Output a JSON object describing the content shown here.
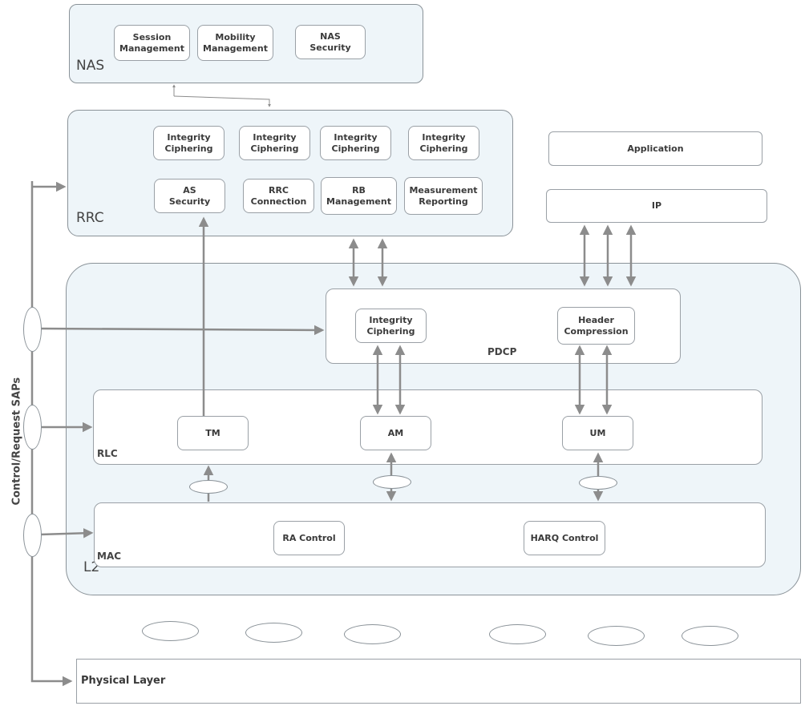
{
  "nas": {
    "label": "NAS",
    "boxes": [
      "Session\nManagement",
      "Mobility\nManagement",
      "NAS\nSecurity"
    ]
  },
  "rrc": {
    "label": "RRC",
    "row1": [
      "Integrity\nCiphering",
      "Integrity\nCiphering",
      "Integrity\nCiphering",
      "Integrity\nCiphering"
    ],
    "row2": [
      "AS\nSecurity",
      "RRC\nConnection",
      "RB\nManagement",
      "Measurement\nReporting"
    ]
  },
  "app": {
    "application": "Application",
    "ip": "IP"
  },
  "l2": {
    "label": "L2",
    "pdcp": {
      "label": "PDCP",
      "integrity": "Integrity\nCiphering",
      "header": "Header\nCompression"
    },
    "rlc": {
      "label": "RLC",
      "tm": "TM",
      "am": "AM",
      "um": "UM"
    },
    "mac": {
      "label": "MAC",
      "ra": "RA Control",
      "harq": "HARQ  Control"
    }
  },
  "side_label": "Control/Request SAPs",
  "physical": "Physical Layer",
  "colors": {
    "region_fill": "#eef5f9",
    "border": "#9aa0a6",
    "arrow": "#8c8c8c"
  }
}
